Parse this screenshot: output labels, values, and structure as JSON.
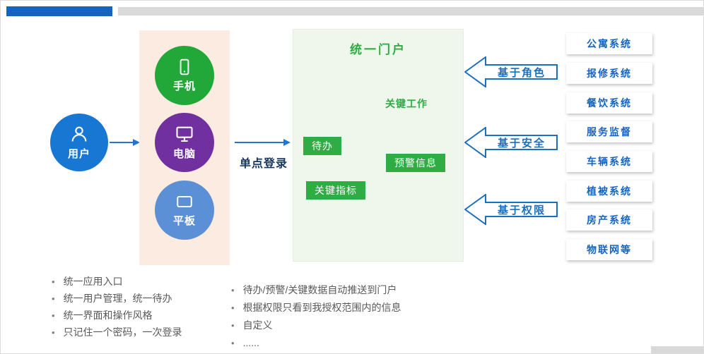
{
  "user": {
    "label": "用户"
  },
  "devices": [
    {
      "label": "手机",
      "color": "#21a838"
    },
    {
      "label": "电脑",
      "color": "#7030a0"
    },
    {
      "label": "平板",
      "color": "#5b8fd6"
    }
  ],
  "sso": {
    "label": "单点登录"
  },
  "portal": {
    "title": "统一门户",
    "key_work": "关键工作",
    "badges": [
      {
        "label": "待办"
      },
      {
        "label": "预警信息"
      },
      {
        "label": "关键指标"
      }
    ]
  },
  "access_arrows": [
    {
      "label": "基于角色"
    },
    {
      "label": "基于安全"
    },
    {
      "label": "基于权限"
    }
  ],
  "systems": [
    {
      "label": "公寓系统"
    },
    {
      "label": "报修系统"
    },
    {
      "label": "餐饮系统"
    },
    {
      "label": "服务监督"
    },
    {
      "label": "车辆系统"
    },
    {
      "label": "植被系统"
    },
    {
      "label": "房产系统"
    },
    {
      "label": "物联网等"
    }
  ],
  "notes_left": [
    {
      "text": "统一应用入口"
    },
    {
      "text": "统一用户管理，统一待办"
    },
    {
      "text": "统一界面和操作风格"
    },
    {
      "text": "只记住一个密码，一次登录"
    }
  ],
  "notes_middle": [
    {
      "text": "待办/预警/关键数据自动推送到门户"
    },
    {
      "text": "根据权限只看到我授权范围内的信息"
    },
    {
      "text": "自定义"
    },
    {
      "text": "......"
    }
  ],
  "colors": {
    "accent_blue": "#1565c0",
    "green": "#2fad44",
    "purple": "#7030a0",
    "device_blue": "#5b8fd6",
    "peach_panel": "#fcebe0",
    "portal_bg": "#eff6ec"
  }
}
